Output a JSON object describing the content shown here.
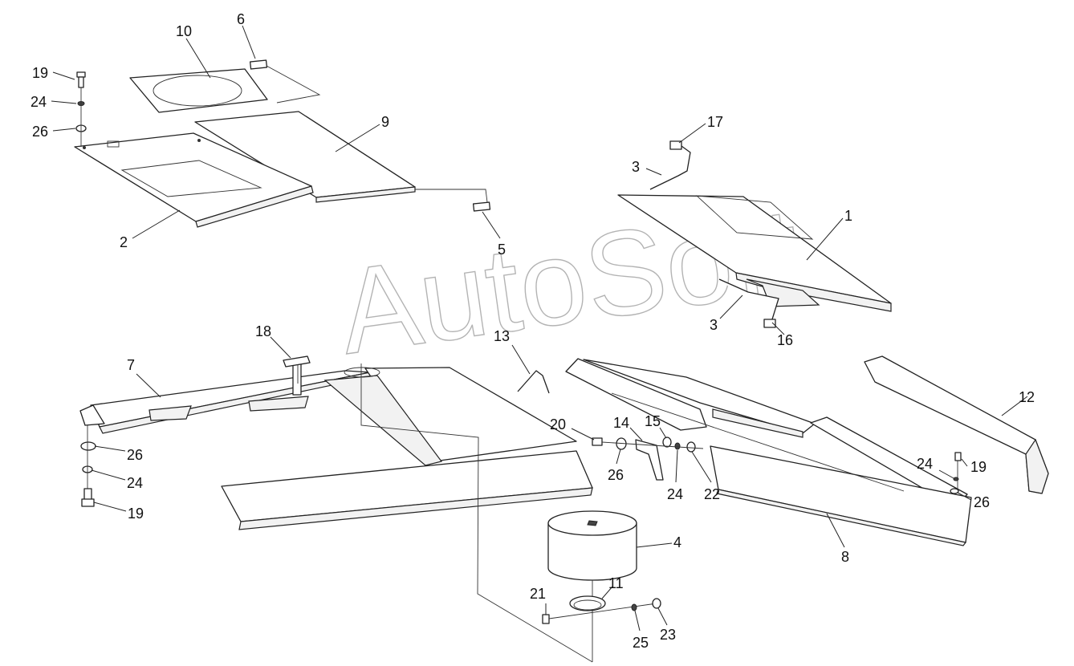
{
  "watermark": "AutoSoft",
  "callouts": {
    "c1": "1",
    "c2": "2",
    "c3a": "3",
    "c3b": "3",
    "c4": "4",
    "c5": "5",
    "c6": "6",
    "c7": "7",
    "c8": "8",
    "c9": "9",
    "c10": "10",
    "c11": "11",
    "c12": "12",
    "c13": "13",
    "c14": "14",
    "c15": "15",
    "c16": "16",
    "c17": "17",
    "c18": "18",
    "c19a": "19",
    "c19b": "19",
    "c19c": "19",
    "c20": "20",
    "c21": "21",
    "c22": "22",
    "c23": "23",
    "c24a": "24",
    "c24b": "24",
    "c24c": "24",
    "c24d": "24",
    "c25": "25",
    "c26a": "26",
    "c26b": "26",
    "c26c": "26",
    "c26d": "26"
  }
}
